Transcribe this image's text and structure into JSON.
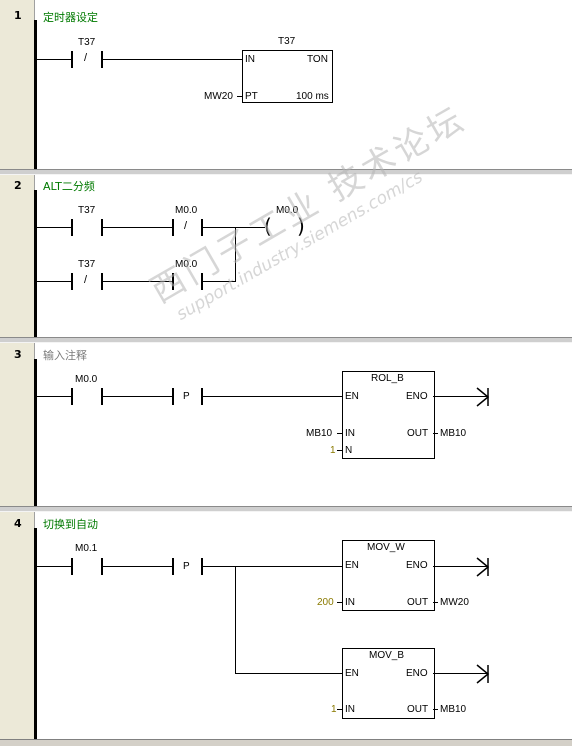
{
  "networks": [
    {
      "number": "1",
      "title": "定时器设定",
      "contact": {
        "address": "T37",
        "symbol": "/"
      },
      "box": {
        "name": "T37",
        "pin_in": "IN",
        "pin_type": "TON",
        "pin_pt": "PT",
        "pt_value": "MW20",
        "resolution": "100 ms"
      }
    },
    {
      "number": "2",
      "title": "ALT二分频",
      "contact1": {
        "address": "T37",
        "symbol": ""
      },
      "contact2": {
        "address": "M0.0",
        "symbol": "/"
      },
      "coil": {
        "address": "M0.0"
      },
      "branch_contact1": {
        "address": "T37",
        "symbol": "/"
      },
      "branch_contact2": {
        "address": "M0.0",
        "symbol": ""
      }
    },
    {
      "number": "3",
      "title": "输入注释",
      "contact": {
        "address": "M0.0"
      },
      "edge": {
        "symbol": "P"
      },
      "box": {
        "name": "ROL_B",
        "en": "EN",
        "eno": "ENO",
        "in": "IN",
        "out": "OUT",
        "n": "N",
        "in_value": "MB10",
        "out_value": "MB10",
        "n_value": "1"
      }
    },
    {
      "number": "4",
      "title": "切换到自动",
      "contact": {
        "address": "M0.1"
      },
      "edge": {
        "symbol": "P"
      },
      "box1": {
        "name": "MOV_W",
        "en": "EN",
        "eno": "ENO",
        "in": "IN",
        "out": "OUT",
        "in_value": "200",
        "out_value": "MW20"
      },
      "box2": {
        "name": "MOV_B",
        "en": "EN",
        "eno": "ENO",
        "in": "IN",
        "out": "OUT",
        "in_value": "1",
        "out_value": "MB10"
      }
    }
  ],
  "watermark": {
    "line1": "西门子工业  技术论坛",
    "line2": "support.industry.siemens.com/cs"
  },
  "colors": {
    "title_green": "#007a00",
    "title_gray": "#7a7a7a",
    "constant_olive": "#8a7a00",
    "gutter": "#ece9d8"
  }
}
